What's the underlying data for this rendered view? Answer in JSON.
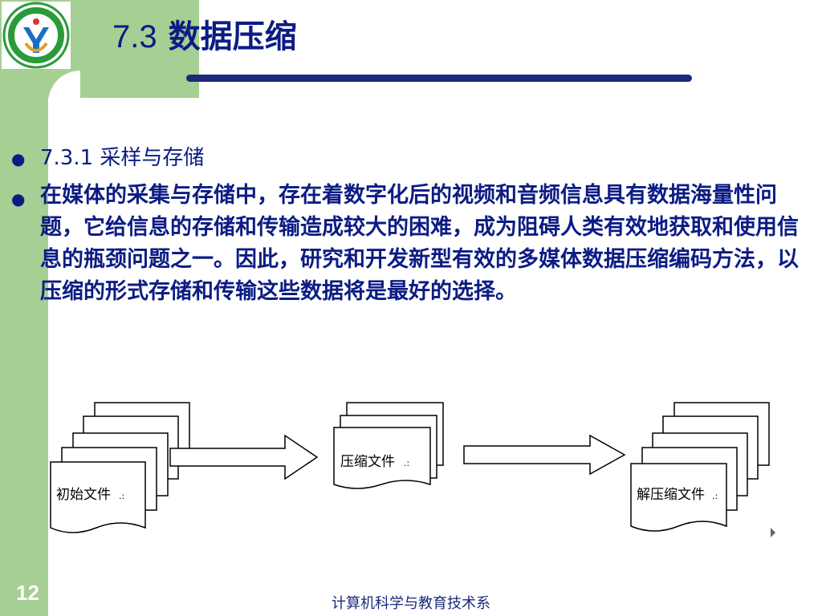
{
  "slide": {
    "title_number": "7.3",
    "title_text": "数据压缩",
    "bullets": [
      "7.3.1  采样与存储",
      "在媒体的采集与存储中，存在着数字化后的视频和音频信息具有数据海量性问题，它给信息的存储和传输造成较大的困难，成为阻碍人类有效地获取和使用信息的瓶颈问题之一。因此，研究和开发新型有效的多媒体数据压缩编码方法，以压缩的形式存储和传输这些数据将是最好的选择。"
    ],
    "bullet_glyph": "●",
    "page_number": "12",
    "footer": "计算机科学与教育技术系"
  },
  "diagram": {
    "original_label": "初始文件",
    "compressed_label": "压缩文件",
    "decompressed_label": "解压缩文件",
    "mark": ".:"
  },
  "colors": {
    "title": "#0c1c84",
    "green": "#a6cf94",
    "title_line": "#1b2a7a"
  }
}
